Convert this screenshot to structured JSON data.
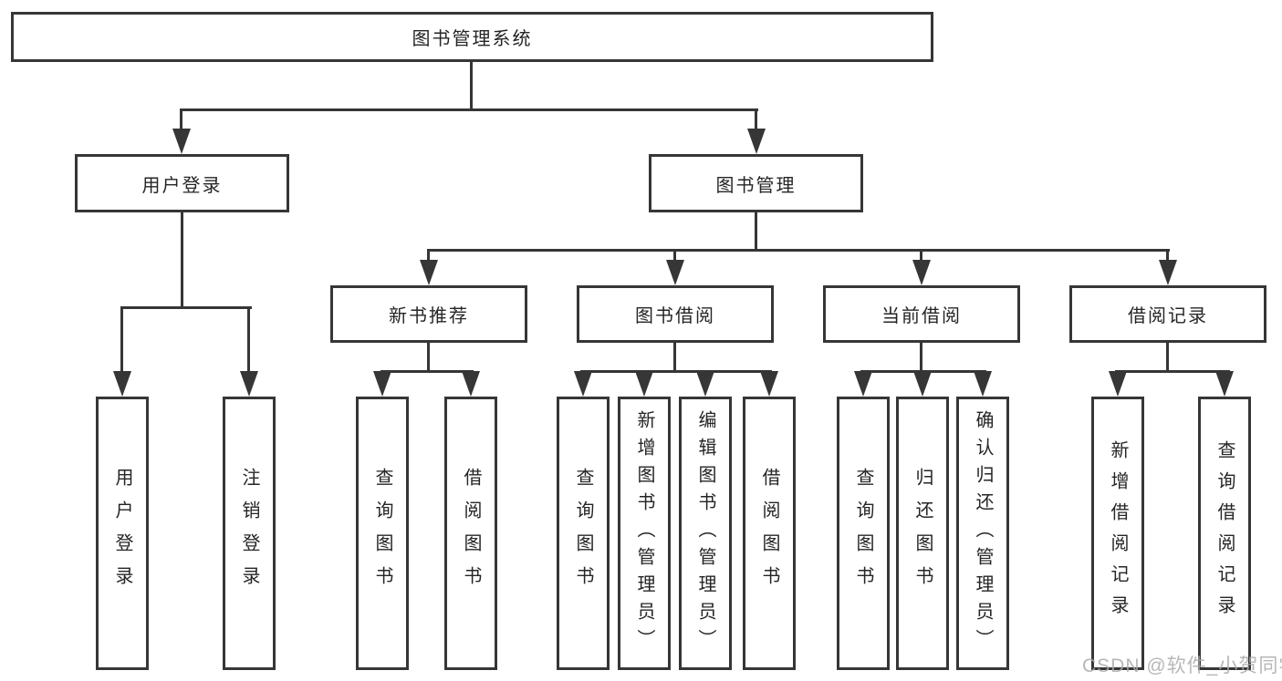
{
  "diagram": {
    "root": {
      "label": "图书管理系统"
    },
    "level2": [
      {
        "label": "用户登录",
        "children": [
          "用户登录",
          "注销登录"
        ]
      },
      {
        "label": "图书管理"
      }
    ],
    "level3": [
      {
        "label": "新书推荐",
        "children": [
          "查询图书",
          "借阅图书"
        ]
      },
      {
        "label": "图书借阅",
        "children": [
          "查询图书",
          "新增图书（管理员）",
          "编辑图书（管理员）",
          "借阅图书"
        ]
      },
      {
        "label": "当前借阅",
        "children": [
          "查询图书",
          "归还图书",
          "确认归还（管理员）"
        ]
      },
      {
        "label": "借阅记录",
        "children": [
          "新增借阅记录",
          "查询借阅记录"
        ]
      }
    ],
    "watermark": "CSDN @软件_小贺同学",
    "colors": {
      "line": "#363636",
      "text": "#252525",
      "watermark": "#ababab",
      "background": "#ffffff"
    }
  }
}
